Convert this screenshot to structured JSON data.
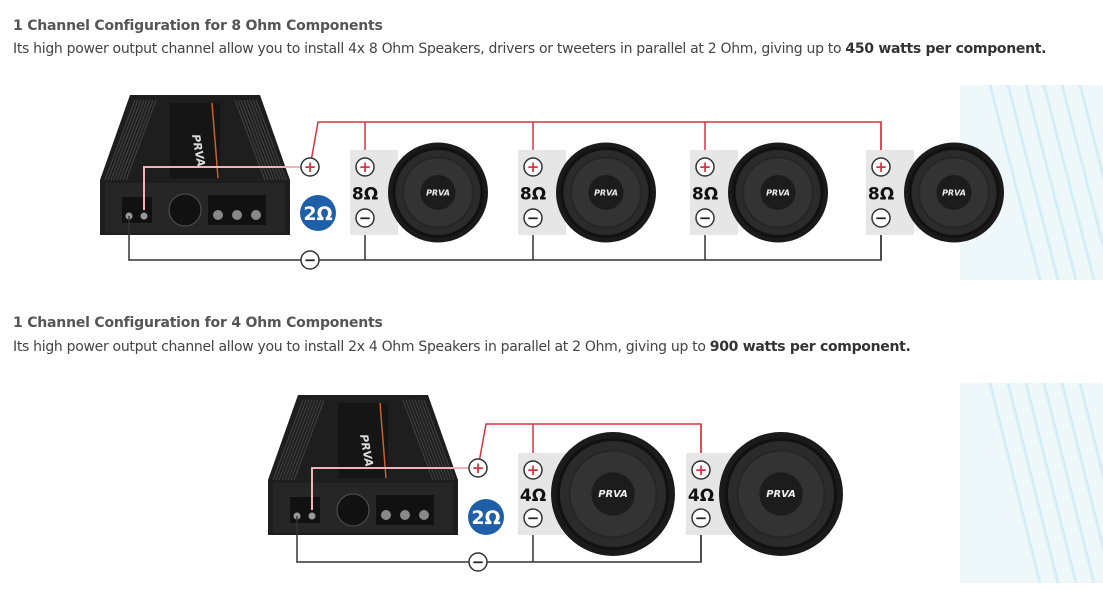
{
  "sections": [
    {
      "title": "1 Channel Configuration for 8 Ohm Components",
      "desc_prefix": "Its high power output channel allow you to install 4x 8 Ohm Speakers, drivers or tweeters in parallel at 2 Ohm, giving up to ",
      "desc_bold": "450 watts per component.",
      "total_load": "2Ω",
      "speakers": [
        {
          "ohm": "8Ω",
          "brand": "PRVA"
        },
        {
          "ohm": "8Ω",
          "brand": "PRVA"
        },
        {
          "ohm": "8Ω",
          "brand": "PRVA"
        },
        {
          "ohm": "8Ω",
          "brand": "PRVA"
        }
      ]
    },
    {
      "title": "1 Channel Configuration for 4 Ohm Components",
      "desc_prefix": "Its high power output channel allow you to install 2x 4 Ohm Speakers in parallel at 2 Ohm, giving up to ",
      "desc_bold": "900 watts per component.",
      "total_load": "2Ω",
      "speakers": [
        {
          "ohm": "4Ω",
          "brand": "PRVA"
        },
        {
          "ohm": "4Ω",
          "brand": "PRVA"
        }
      ]
    }
  ],
  "amp_brand": "PRVA",
  "colors": {
    "positive_wire": "#d9333f",
    "negative_wire": "#333333",
    "load_badge": "#1f5fa8",
    "speaker_box": "#e6e6e6"
  }
}
